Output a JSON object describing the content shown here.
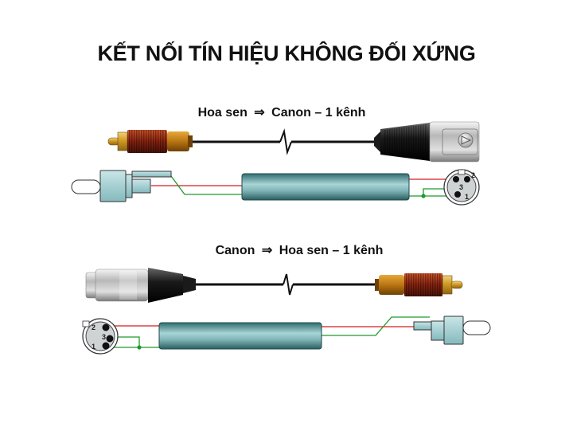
{
  "title": "KẾT NỐI TÍN HIỆU KHÔNG ĐỐI XỨNG",
  "sections": [
    {
      "from": "Hoa sen",
      "arrow": "⇒",
      "to": "Canon – 1 kênh"
    },
    {
      "from": "Canon",
      "arrow": "⇒",
      "to": "Hoa sen – 1 kênh"
    }
  ],
  "pins": {
    "p1": "1",
    "p2": "2",
    "p3": "3"
  },
  "colors": {
    "signal": "#d21e1e",
    "ground": "#1e9a2a",
    "cable": "#4a8a8c",
    "rca_body": "#cfa23a",
    "plug_face": "#a9d3d7"
  },
  "icons": [
    "rca-plug-icon",
    "xlr-male-icon",
    "xlr-female-icon",
    "cable-break-icon"
  ]
}
